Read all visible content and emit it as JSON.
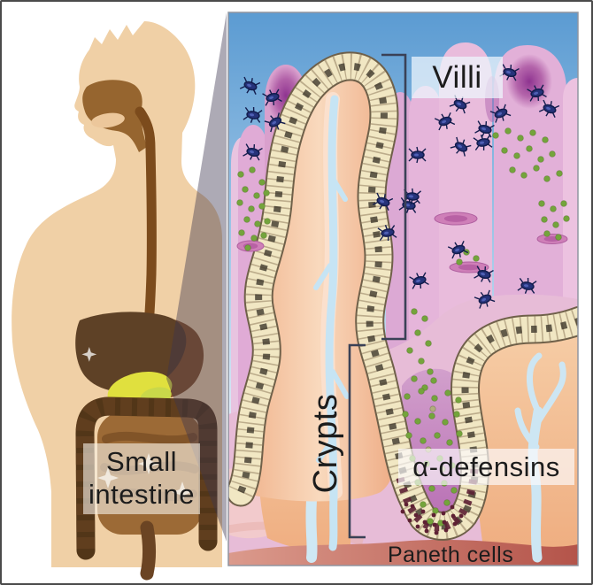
{
  "figure": {
    "labels": {
      "small_intestine": "Small intestine",
      "villi": "Villi",
      "crypts": "Crypts",
      "alpha_defensins": "α-defensins",
      "paneth_cells": "Paneth cells"
    },
    "colors": {
      "sky_blue": "#5b9bd2",
      "villus_pink": "#dfa6d2",
      "epithelium_cream": "#f1e7c3",
      "defensin_green": "#74a43c",
      "bacterium_navy": "#26337a",
      "vessel_blue": "#c9e5f3",
      "muscularis_red": "#bb5a50",
      "skin": "#f0d0a6",
      "digestive_brown": "#7a4a1d",
      "bracket_slate": "#3d4458",
      "label_text": "#1c1c1c"
    },
    "icons": {
      "bacterium": "bacterium-icon",
      "defensin_granule": "defensin-granule-icon",
      "crypt_opening": "crypt-opening-icon",
      "blood_vessel": "blood-vessel-icon",
      "zoom_cone": "zoom-cone"
    }
  }
}
